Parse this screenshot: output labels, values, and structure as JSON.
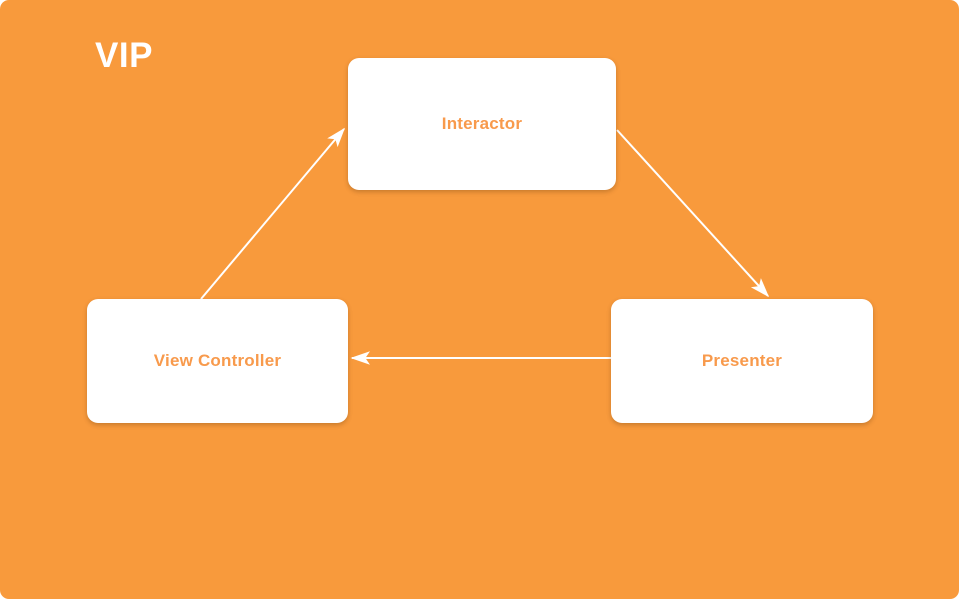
{
  "diagram": {
    "title": "VIP",
    "background_color": "#f89a3c",
    "node_fill_color": "#ffffff",
    "node_label_color": "#f89a4c",
    "title_color": "#ffffff",
    "edge_color": "#ffffff",
    "nodes": [
      {
        "id": "interactor",
        "label": "Interactor"
      },
      {
        "id": "view-controller",
        "label": "View Controller"
      },
      {
        "id": "presenter",
        "label": "Presenter"
      }
    ],
    "edges": [
      {
        "id": "vc-to-interactor",
        "from": "View Controller",
        "to": "Interactor",
        "direction": "up-right"
      },
      {
        "id": "interactor-to-presenter",
        "from": "Interactor",
        "to": "Presenter",
        "direction": "down-right"
      },
      {
        "id": "presenter-to-vc",
        "from": "Presenter",
        "to": "View Controller",
        "direction": "left"
      }
    ]
  }
}
